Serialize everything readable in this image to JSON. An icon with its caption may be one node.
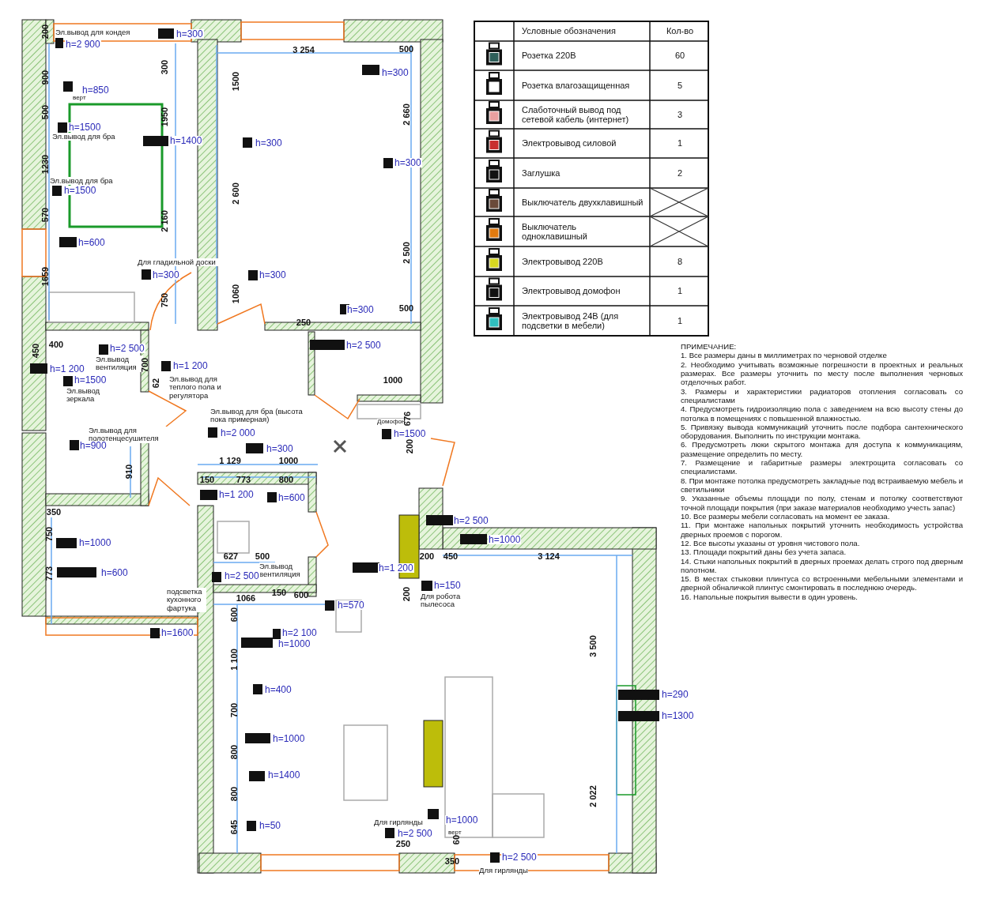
{
  "diagram": {
    "labels": [
      "200",
      "Эл.вывод для кондея",
      "h=2 900",
      "h=300",
      "3 254",
      "500",
      "900",
      "300",
      "h=300",
      "1500",
      "h=850",
      "верт",
      "500",
      "1950",
      "2 660",
      "h=1500",
      "Эл.вывод для бра",
      "h=1400",
      "h=300",
      "1230",
      "h=300",
      "Эл.вывод для бра",
      "h=1500",
      "2 600",
      "570",
      "2 160",
      "h=600",
      "2 500",
      "Для гладильной доски",
      "h=300",
      "h=300",
      "1659",
      "750",
      "1060",
      "h=300",
      "500",
      "250",
      "400",
      "450",
      "h=2 500",
      "Эл.вывод вентиляция",
      "h=2 500",
      "h=1 200",
      "700",
      "h=1 200",
      "h=1500",
      "Эл.вывод зеркала",
      "62",
      "Эл.вывод для теплого пола и регулятора",
      "1000",
      "Эл.вывод для бра (высота пока примерная)",
      "Домофон",
      "676",
      "Эл.вывод для полотенцесушителя",
      "h=2 000",
      "h=1500",
      "h=900",
      "h=300",
      "200",
      "1 129",
      "1000",
      "910",
      "150",
      "773",
      "800",
      "h=1 200",
      "h=600",
      "350",
      "h=2 500",
      "h=1000",
      "750",
      "h=1000",
      "627",
      "500",
      "200",
      "450",
      "3 124",
      "Эл.вывод вентиляция",
      "h=1 200",
      "773",
      "h=600",
      "h=2 500",
      "h=150",
      "Для робота пылесоса",
      "подсветка кухонного фартука",
      "200",
      "150",
      "1066",
      "600",
      "h=570",
      "600",
      "h=1600",
      "h=2 100",
      "h=1000",
      "3 500",
      "1 100",
      "h=400",
      "h=290",
      "700",
      "h=1300",
      "h=1000",
      "800",
      "h=1400",
      "800",
      "2 022",
      "h=1000",
      "Для гирлянды",
      "верт",
      "h=2 500",
      "645",
      "h=50",
      "60",
      "250",
      "350",
      "h=2 500",
      "Для гирлянды",
      "Условные обозначения",
      "Кол-во",
      "Розетка 220В",
      "60",
      "Розетка влагозащищенная",
      "5",
      "Слаботочный вывод под сетевой кабель (интернет)",
      "3",
      "Электровывод силовой",
      "1",
      "Заглушка",
      "2",
      "Выключатель двухклавишный",
      "Выключатель одноклавишный",
      "Электровывод 220В",
      "8",
      "Электровывод домофон",
      "1",
      "Электровывод 24В (для подсветки в мебели)",
      "1",
      "ПРИМЕЧАНИЕ:",
      "1. Все размеры даны в миллиметрах по черновой отделке",
      "2. Необходимо учитывать возможные погрешности в проектных и реальных размерах. Все размеры уточнить по месту после выполнения черновых отделочных работ.",
      "3. Размеры и характеристики радиаторов отопления согласовать со специалистами",
      "4. Предусмотреть гидроизоляцию пола с заведением на всю высоту стены до потолка в помещениях с повышенной влажностью.",
      "5. Привязку вывода коммуникаций уточнить после подбора сантехнического оборудования. Выполнить по инструкции монтажа.",
      "6. Предусмотреть люки скрытого монтажа для доступа к коммуникациям, размещение определить по месту.",
      "7. Размещение и габаритные размеры электрощита согласовать со специалистами.",
      "8. При монтаже потолка предусмотреть закладные под встраиваемую мебель и светильники",
      "9. Указанные объемы площади по полу, стенам и потолку соответствуют точной площади покрытия (при заказе материалов необходимо учесть запас)",
      "10. Все размеры мебели согласовать на момент ее заказа.",
      "11. При монтаже напольных покрытий уточнить необходимость устройства дверных проемов с порогом.",
      "12. Все высоты указаны от уровня чистового пола.",
      "13. Площади покрытий даны без учета запаса.",
      "14. Стыки напольных покрытий в дверных проемах делать строго под дверным полотном.",
      "15. В местах стыковки плинтуса со встроенными мебельными элементами и дверной обналичкой плинтус смонтировать в последнюю очередь.",
      "16. Напольные покрытия вывести в один уровень."
    ]
  }
}
